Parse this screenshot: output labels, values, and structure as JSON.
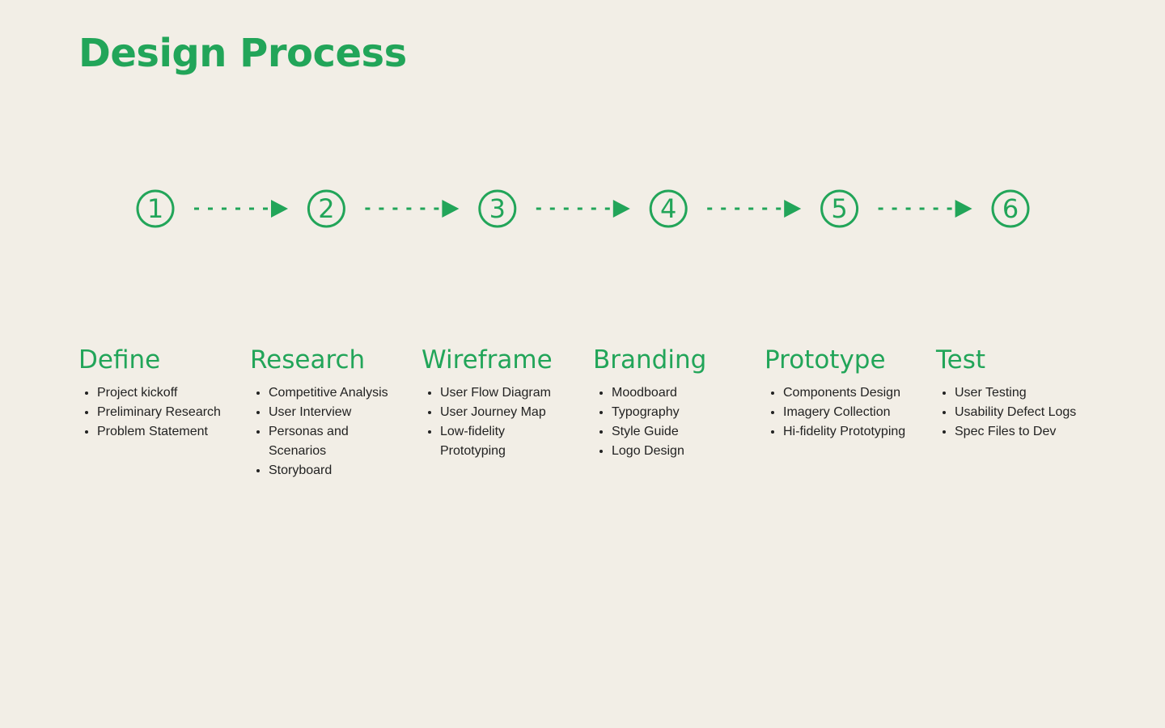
{
  "title": "Design Process",
  "accent_color": "#22A559",
  "background_color": "#F2EEE6",
  "steps": [
    "1",
    "2",
    "3",
    "4",
    "5",
    "6"
  ],
  "stages": [
    {
      "title": "Define",
      "items": [
        "Project kickoff",
        "Preliminary Research",
        "Problem Statement"
      ]
    },
    {
      "title": "Research",
      "items": [
        "Competitive Analysis",
        "User Interview",
        "Personas and Scenarios",
        "Storyboard"
      ]
    },
    {
      "title": "Wireframe",
      "items": [
        "User Flow Diagram",
        "User Journey Map",
        "Low-fidelity Prototyping"
      ]
    },
    {
      "title": "Branding",
      "items": [
        "Moodboard",
        "Typography",
        "Style Guide",
        "Logo Design"
      ]
    },
    {
      "title": "Prototype",
      "items": [
        "Components Design",
        "Imagery Collection",
        "Hi-fidelity Prototyping"
      ]
    },
    {
      "title": "Test",
      "items": [
        "User Testing",
        "Usability Defect Logs",
        "Spec Files to Dev"
      ]
    }
  ]
}
